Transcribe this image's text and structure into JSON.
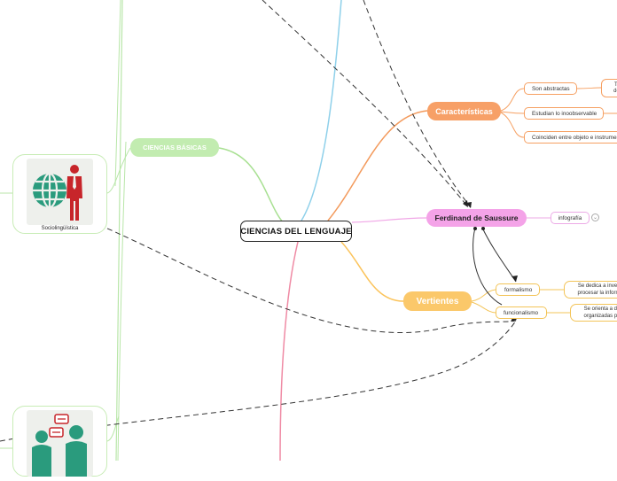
{
  "central": {
    "label": "CIENCIAS DEL LENGUAJE"
  },
  "caracteristicas": {
    "label": "Características",
    "children": [
      {
        "label": "Son abstractas"
      },
      {
        "label": "Estudian lo inoobservable"
      },
      {
        "label": "Coinciden entre objeto e instrumento"
      }
    ],
    "grandchild": {
      "label": "Tr... de..."
    }
  },
  "saussure": {
    "label": "Ferdinand de Saussure",
    "child": {
      "label": "infografía"
    },
    "info_icon": "chevron-down-icon"
  },
  "vertientes": {
    "label": "Vertientes",
    "children": [
      {
        "label": "formalismo",
        "detail": "Se dedica a inves... procesar la inform..."
      },
      {
        "label": "funcionalismo",
        "detail": "Se orienta a de... organizadas pa..."
      }
    ]
  },
  "ciencias_basicas": {
    "label": "CIENCIAS BÁSICAS"
  },
  "cards": [
    {
      "label": "Sociolingüística",
      "icon": "globe-businessman-icon"
    },
    {
      "label": "",
      "icon": "conversation-people-icon"
    }
  ],
  "colors": {
    "orange": "#f7a067",
    "pink": "#f4a3e8",
    "yellow": "#fbc86a",
    "green": "#c2ecb0",
    "blue": "#8ed0ea",
    "red": "#ef8aa4"
  }
}
